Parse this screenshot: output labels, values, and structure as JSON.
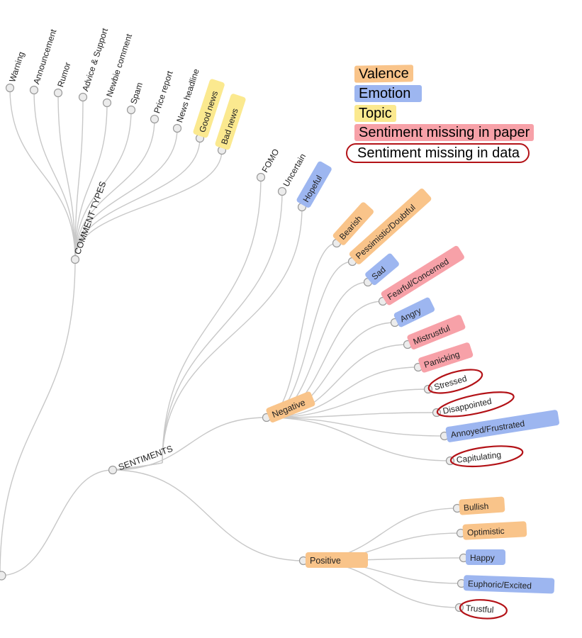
{
  "colors": {
    "valence": "#f9c48a",
    "emotion": "#9db6f0",
    "topic": "#fbe98f",
    "sentiment_missing_in_paper": "#f7a1a8",
    "sentiment_missing_in_data": "#b31217",
    "link": "#c8c8c8",
    "node": "#ececec"
  },
  "legend": {
    "valence": "Valence",
    "emotion": "Emotion",
    "topic": "Topic",
    "missing_paper": "Sentiment missing in paper",
    "missing_data": "Sentiment missing in data"
  },
  "tree": {
    "comment_types": {
      "label": "COMMENT TYPES",
      "children": [
        {
          "label": "Warning",
          "mark": "none"
        },
        {
          "label": "Announcement",
          "mark": "none"
        },
        {
          "label": "Rumor",
          "mark": "none"
        },
        {
          "label": "Advice & Support",
          "mark": "none"
        },
        {
          "label": "Newbie comment",
          "mark": "none"
        },
        {
          "label": "Spam",
          "mark": "none"
        },
        {
          "label": "Price report",
          "mark": "none"
        },
        {
          "label": "News headline",
          "mark": "none"
        },
        {
          "label": "Good news",
          "mark": "topic"
        },
        {
          "label": "Bad news",
          "mark": "topic"
        }
      ]
    },
    "sentiments": {
      "label": "SENTIMENTS",
      "direct_children": [
        {
          "label": "FOMO",
          "mark": "none"
        },
        {
          "label": "Uncertain",
          "mark": "none"
        },
        {
          "label": "Hopeful",
          "mark": "emotion"
        }
      ],
      "negative": {
        "label": "Negative",
        "mark": "valence",
        "children": [
          {
            "label": "Bearish",
            "mark": "valence"
          },
          {
            "label": "Pessimistic/Doubtful",
            "mark": "valence"
          },
          {
            "label": "Sad",
            "mark": "emotion"
          },
          {
            "label": "Fearful/Concerned",
            "mark": "missing_paper"
          },
          {
            "label": "Angry",
            "mark": "emotion"
          },
          {
            "label": "Mistrustful",
            "mark": "missing_paper"
          },
          {
            "label": "Panicking",
            "mark": "missing_paper"
          },
          {
            "label": "Stressed",
            "mark": "missing_data"
          },
          {
            "label": "Disappointed",
            "mark": "missing_data"
          },
          {
            "label": "Annoyed/Frustrated",
            "mark": "emotion"
          },
          {
            "label": "Capitulating",
            "mark": "missing_data"
          }
        ]
      },
      "positive": {
        "label": "Positive",
        "mark": "valence",
        "children": [
          {
            "label": "Bullish",
            "mark": "valence"
          },
          {
            "label": "Optimistic",
            "mark": "valence"
          },
          {
            "label": "Happy",
            "mark": "emotion"
          },
          {
            "label": "Euphoric/Excited",
            "mark": "emotion"
          },
          {
            "label": "Trustful",
            "mark": "missing_data"
          }
        ]
      }
    }
  }
}
